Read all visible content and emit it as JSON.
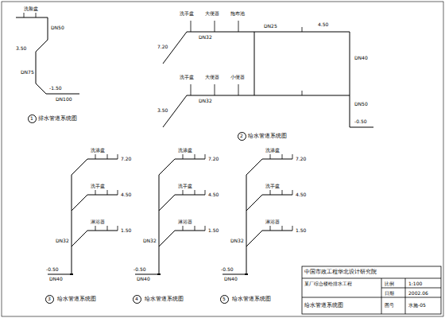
{
  "diagram": {
    "nodes": [
      {
        "text": [
          "1"
        ]
      },
      {
        "text": [
          "2"
        ]
      },
      {
        "text": [
          "3"
        ]
      },
      {
        "text": [
          "4"
        ]
      },
      {
        "text": [
          "5"
        ]
      }
    ],
    "labels": [
      "洗脸盆",
      "DN50",
      "3.50",
      "DN75",
      "-1.50",
      "DN100",
      "排水管道系统图",
      "洗手盆",
      "大便器",
      "拖布池",
      "7.20",
      "DN32",
      "DN25",
      "4.50",
      "DN40",
      "洗手盆",
      "大便器",
      "小便器",
      "3.50",
      "DN32",
      "DN50",
      "-0.50",
      "给水管道系统图",
      "洗涤盆",
      "7.20",
      "洗手盆",
      "4.50",
      "淋浴器",
      "1.50",
      "DN32",
      "-0.50",
      "DN40",
      "给水管道系统图",
      "洗涤盆",
      "7.20",
      "洗手盆",
      "4.50",
      "淋浴器",
      "1.50",
      "DN32",
      "-0.50",
      "DN40",
      "给水管道系统图",
      "洗涤盆",
      "7.20",
      "洗手盆",
      "4.50",
      "淋浴器",
      "1.50",
      "DN32",
      "-0.50",
      "DN40",
      "给水管道系统图",
      "中国市政工程华北设计研究院",
      "某厂综合楼给排水工程",
      "给水管道系统图",
      "比例",
      "1:100",
      "日期",
      "2002.06",
      "图号",
      "水施-05"
    ]
  }
}
